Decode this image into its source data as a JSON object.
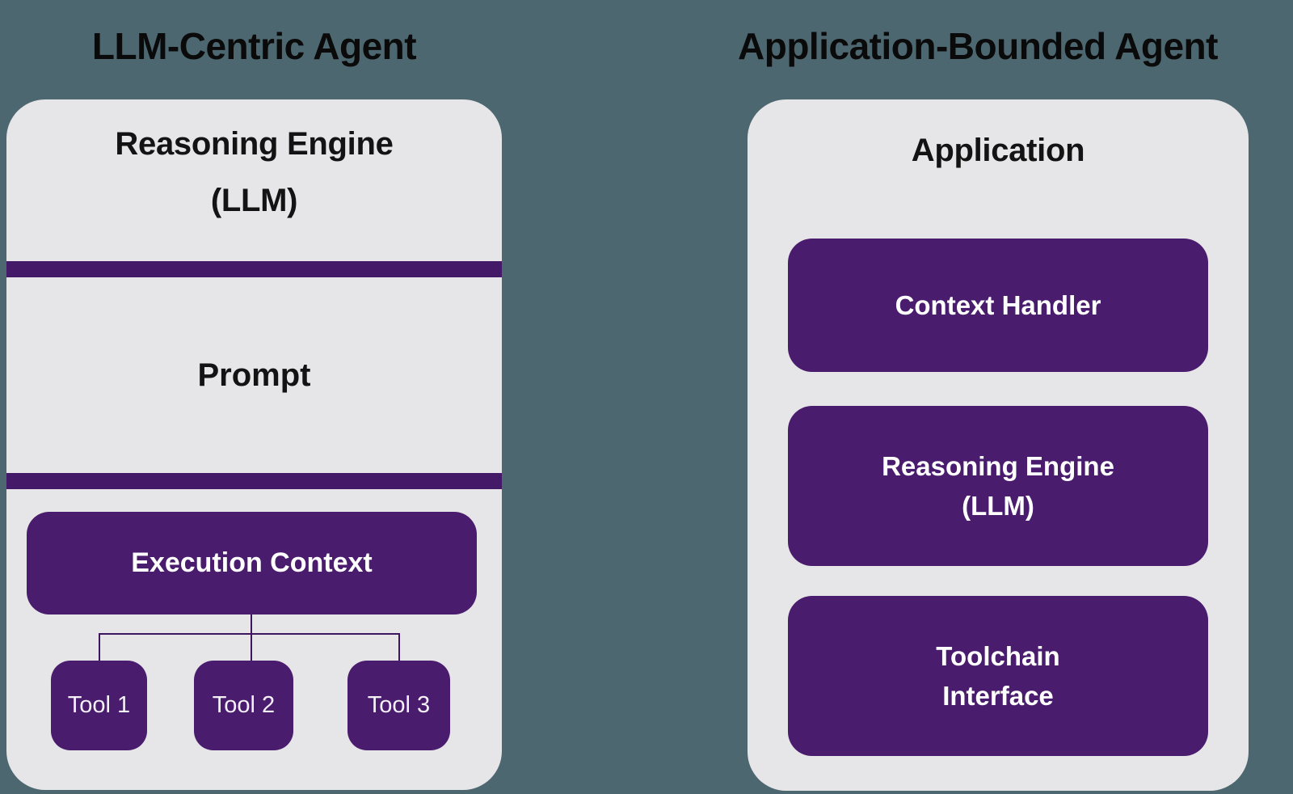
{
  "colors": {
    "background": "#4D6770",
    "panel": "#E6E5E7",
    "purple_box": "#4A1C6E",
    "purple_bar": "#441A68",
    "connector": "#3F1560",
    "title_text": "#0A0A0A",
    "box_text": "#FFFFFF"
  },
  "left": {
    "title": "LLM-Centric Agent",
    "panel_header_line1": "Reasoning Engine",
    "panel_header_line2": "(LLM)",
    "prompt_label": "Prompt",
    "execution_context_label": "Execution Context",
    "tools": [
      {
        "label": "Tool 1"
      },
      {
        "label": "Tool 2"
      },
      {
        "label": "Tool 3"
      }
    ]
  },
  "right": {
    "title": "Application-Bounded Agent",
    "panel_header": "Application",
    "boxes": [
      {
        "line1": "Context Handler",
        "line2": ""
      },
      {
        "line1": "Reasoning Engine",
        "line2": "(LLM)"
      },
      {
        "line1": "Toolchain",
        "line2": "Interface"
      }
    ]
  }
}
